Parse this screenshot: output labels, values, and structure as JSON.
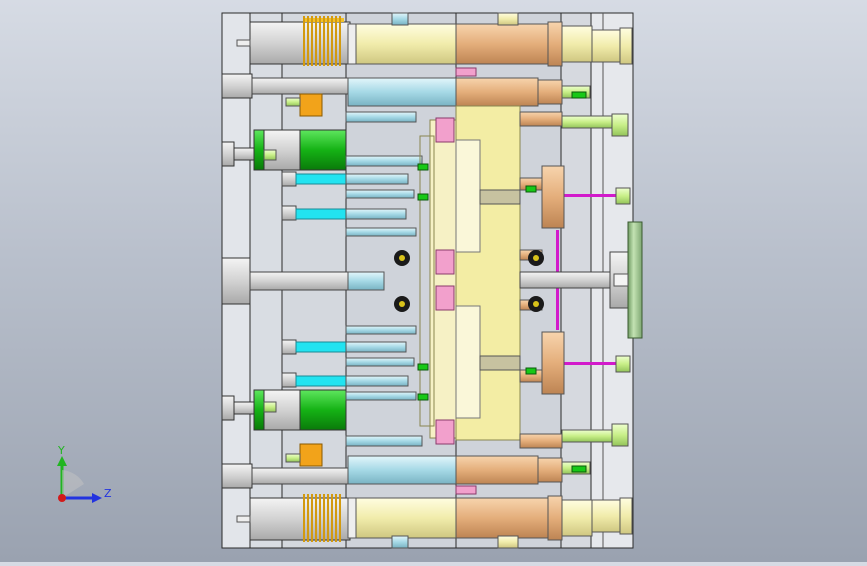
{
  "viewport": {
    "background_top": "#d6dbe4",
    "background_bottom": "#9aa2b0",
    "view": "front-orthographic"
  },
  "model": {
    "type": "injection-mold-assembly",
    "colors": {
      "plate_outline": "#2a2a2a",
      "clamp_plate": "#e4e7ec",
      "yellow_part": "#f5f1b4",
      "orange_part": "#e7b886",
      "cyan_rod": "#a8dce8",
      "bright_cyan": "#22e3f0",
      "green_spring": "#1ab31a",
      "light_green": "#c9f08a",
      "pink_block": "#f2a0cc",
      "magenta": "#d21acb",
      "orange_block": "#f2a31a",
      "grey_pin": "#d7d7d7",
      "sprue_disc": "#a7cc94"
    }
  },
  "triad": {
    "y_label": "Y",
    "z_label": "Z",
    "y_color": "#21b521",
    "z_color": "#2233e0",
    "origin_color": "#d21a1a"
  }
}
